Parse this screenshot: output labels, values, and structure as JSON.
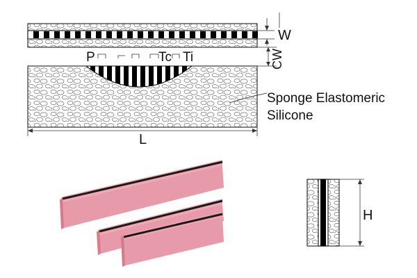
{
  "labels": {
    "w": "W",
    "cw": "CW",
    "p": "P",
    "tc": "Tc",
    "ti": "Ti",
    "l": "L",
    "material_line1": "Sponge Elastomeric",
    "material_line2": "Silicone",
    "h": "H"
  },
  "colors": {
    "stripe": "#000000",
    "line": "#333333",
    "pink_top": "#f0a6b3",
    "pink_side": "#e4899a",
    "pink_end": "#d9798c"
  }
}
